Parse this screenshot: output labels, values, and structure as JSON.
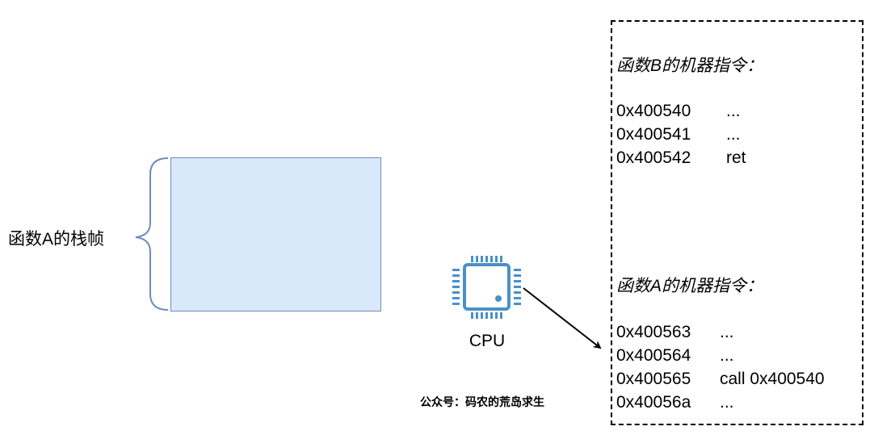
{
  "stack": {
    "label": "函数A的栈帧"
  },
  "cpu": {
    "label": "CPU",
    "icon": "cpu-icon",
    "color": "#4a90c8"
  },
  "watermark": "公众号：码农的荒岛求生",
  "instructions": {
    "function_b": {
      "heading": "函数B的机器指令：",
      "lines": [
        {
          "addr": "0x400540",
          "op": "..."
        },
        {
          "addr": "0x400541",
          "op": "..."
        },
        {
          "addr": "0x400542",
          "op": "ret"
        }
      ]
    },
    "function_a": {
      "heading": "函数A的机器指令：",
      "lines": [
        {
          "addr": "0x400563",
          "op": "..."
        },
        {
          "addr": "0x400564",
          "op": "..."
        },
        {
          "addr": "0x400565",
          "op": "call 0x400540"
        },
        {
          "addr": "0x40056a",
          "op": "..."
        }
      ]
    }
  },
  "colors": {
    "stack_fill": "#dae8fc",
    "stack_border": "#6c8ebf",
    "brace": "#6c8ebf"
  }
}
